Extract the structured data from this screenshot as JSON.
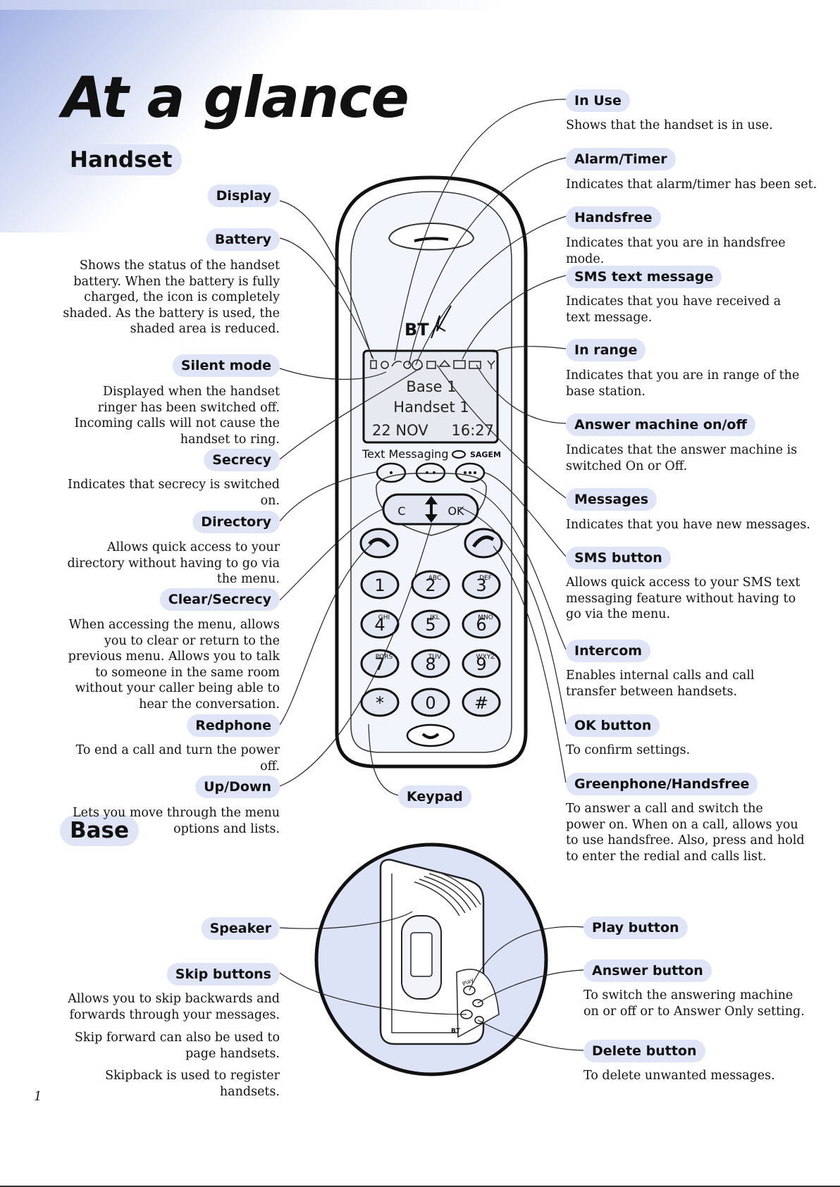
{
  "page": {
    "title": "At a glance",
    "page_number": "1"
  },
  "sections": {
    "handset": "Handset",
    "base": "Base"
  },
  "handset_left": {
    "display": {
      "label": "Display"
    },
    "battery": {
      "label": "Battery",
      "desc": "Shows the status of the handset battery. When the battery is fully charged, the icon is completely shaded. As the battery is used, the shaded area is reduced."
    },
    "silent": {
      "label": "Silent mode",
      "desc": "Displayed when the handset ringer has been switched off. Incoming calls will not cause the handset to ring."
    },
    "secrecy": {
      "label": "Secrecy",
      "desc": "Indicates that secrecy is switched on."
    },
    "directory": {
      "label": "Directory",
      "desc": "Allows quick access to your directory without having to go via the menu."
    },
    "clear": {
      "label": "Clear/Secrecy",
      "desc": "When accessing the menu, allows you to clear or return to the previous menu. Allows you to talk to someone in the same room without your caller being able to hear the conversation."
    },
    "redphone": {
      "label": "Redphone",
      "desc": "To end a call and turn the power off."
    },
    "updown": {
      "label": "Up/Down",
      "desc": "Lets you move through the menu options and lists."
    }
  },
  "handset_right": {
    "inuse": {
      "label": "In Use",
      "desc": "Shows that the handset is in use."
    },
    "alarm": {
      "label": "Alarm/Timer",
      "desc": "Indicates that alarm/timer has been set."
    },
    "handsfree": {
      "label": "Handsfree",
      "desc": "Indicates that you are in handsfree mode."
    },
    "sms_msg": {
      "label": "SMS text message",
      "desc": "Indicates that you have received a text message."
    },
    "inrange": {
      "label": "In range",
      "desc": "Indicates that you are in range of the base station."
    },
    "answer": {
      "label": "Answer machine on/off",
      "desc": "Indicates that the answer machine is switched On or Off."
    },
    "messages": {
      "label": "Messages",
      "desc": "Indicates that you have new messages."
    },
    "sms_btn": {
      "label": "SMS button",
      "desc": "Allows quick access to your SMS text messaging feature without having to go via the menu."
    },
    "intercom": {
      "label": "Intercom",
      "desc": "Enables internal calls and call transfer between handsets."
    },
    "ok": {
      "label": "OK button",
      "desc": "To confirm settings."
    },
    "green": {
      "label": "Greenphone/Handsfree",
      "desc": "To answer a call and switch the power on. When on a call, allows you to use handsfree. Also, press and hold to enter the redial and calls list."
    }
  },
  "keypad": {
    "label": "Keypad"
  },
  "base_left": {
    "speaker": {
      "label": "Speaker"
    },
    "skip": {
      "label": "Skip buttons",
      "desc1": "Allows you to skip backwards and forwards through your messages.",
      "desc2": "Skip forward can also be used to page handsets.",
      "desc3": "Skipback is used to register handsets."
    }
  },
  "base_right": {
    "play": {
      "label": "Play button"
    },
    "answer_btn": {
      "label": "Answer button",
      "desc": "To switch the answering machine on or off or to Answer Only setting."
    },
    "delete": {
      "label": "Delete button",
      "desc": "To delete unwanted messages."
    }
  },
  "phone": {
    "brand": "BT",
    "screen_line1": "Base 1",
    "screen_line2": "Handset 1",
    "screen_date": "22 NOV",
    "screen_time": "16:27",
    "text_messaging": "Text Messaging",
    "maker": "SAGEM",
    "nav_clear": "C",
    "nav_ok": "OK",
    "keys": [
      "1",
      "2",
      "3",
      "4",
      "5",
      "6",
      "7",
      "8",
      "9",
      "*",
      "0",
      "#"
    ],
    "key_letters": [
      "",
      "ABC",
      "DEF",
      "GHI",
      "JKL",
      "MNO",
      "PQRS",
      "TUV",
      "WXYZ",
      "",
      "",
      ""
    ]
  },
  "base_unit": {
    "play": "Play"
  }
}
